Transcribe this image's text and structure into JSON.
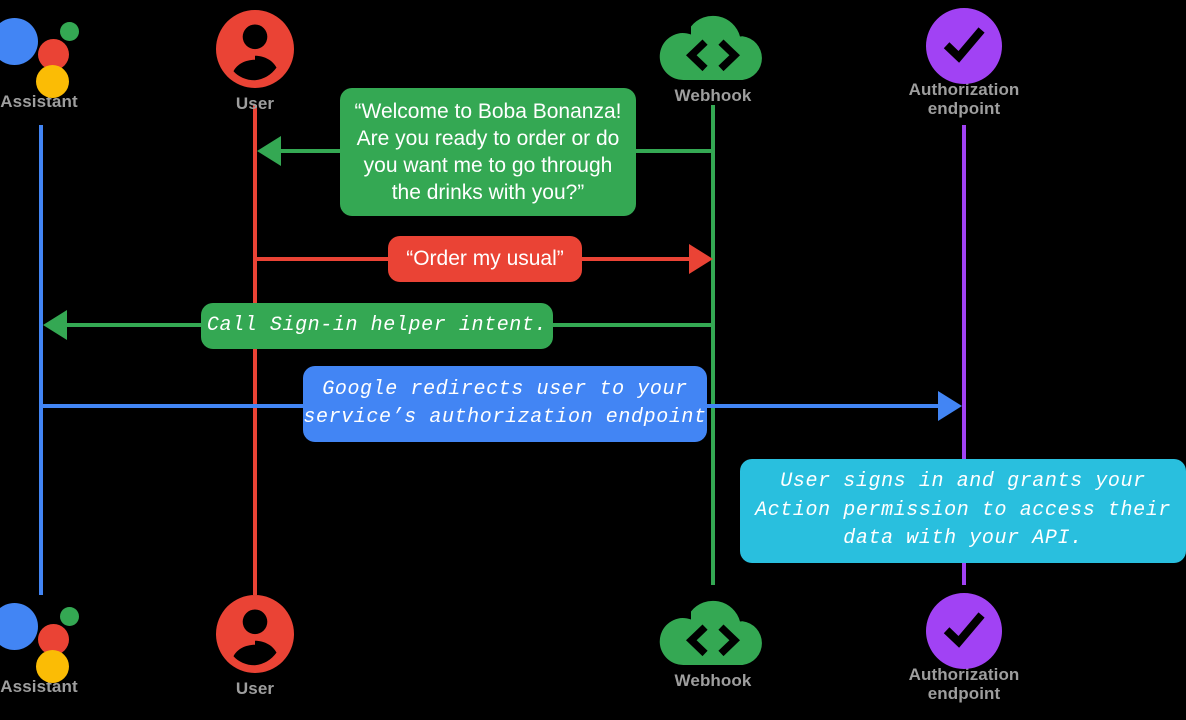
{
  "diagram": {
    "title": "Account linking sequence diagram",
    "background": "#000000",
    "label_color": "#9e9e9e"
  },
  "actors": [
    {
      "id": "assistant",
      "label": "Assistant",
      "icon": "google-assistant-icon",
      "lifeline_color": "#4285f4"
    },
    {
      "id": "user",
      "label": "User",
      "icon": "user-avatar-icon",
      "lifeline_color": "#ea4335"
    },
    {
      "id": "webhook",
      "label": "Webhook",
      "icon": "cloud-code-icon",
      "lifeline_color": "#34a853"
    },
    {
      "id": "authorization",
      "label": "Authorization endpoint",
      "label_line1": "Authorization",
      "label_line2": "endpoint",
      "icon": "check-circle-icon",
      "lifeline_color": "#a142f4"
    }
  ],
  "messages": [
    {
      "id": "welcome",
      "from": "webhook",
      "to": "user",
      "direction": "left",
      "color": "#34a853",
      "style": "sans",
      "text": "“Welcome to Boba Bonanza! Are you ready to order or do you want me to go through the drinks with you?”",
      "lines": [
        "“Welcome to Boba Bonanza!",
        "Are you ready to order or do",
        "you want me to go through",
        "the drinks with you?”"
      ]
    },
    {
      "id": "order-my-usual",
      "from": "user",
      "to": "webhook",
      "direction": "right",
      "color": "#ea4335",
      "style": "sans",
      "text": "“Order my usual”",
      "lines": [
        "“Order my usual”"
      ]
    },
    {
      "id": "call-signin-helper",
      "from": "webhook",
      "to": "assistant",
      "direction": "left",
      "color": "#34a853",
      "style": "mono",
      "text": "Call Sign-in helper intent.",
      "lines": [
        "Call Sign-in helper intent."
      ]
    },
    {
      "id": "google-redirect",
      "from": "assistant",
      "to": "authorization",
      "direction": "right",
      "color": "#4285f4",
      "style": "mono",
      "text": "Google redirects user to your service’s authorization endpoint",
      "lines": [
        "Google redirects user to your",
        "service’s authorization endpoint"
      ]
    },
    {
      "id": "user-signs-in",
      "from": "authorization",
      "to": "authorization",
      "direction": "none",
      "color": "#29bfde",
      "style": "mono",
      "text": "User signs in and grants your Action permission to access their data with your API.",
      "lines": [
        "User signs in and grants your",
        "Action permission to access their",
        "data with your API."
      ]
    }
  ],
  "colors": {
    "google_blue": "#4285f4",
    "google_red": "#ea4335",
    "google_green": "#34a853",
    "google_yellow": "#fbbc05",
    "purple": "#a142f4",
    "cyan": "#29bfde",
    "white": "#ffffff"
  }
}
